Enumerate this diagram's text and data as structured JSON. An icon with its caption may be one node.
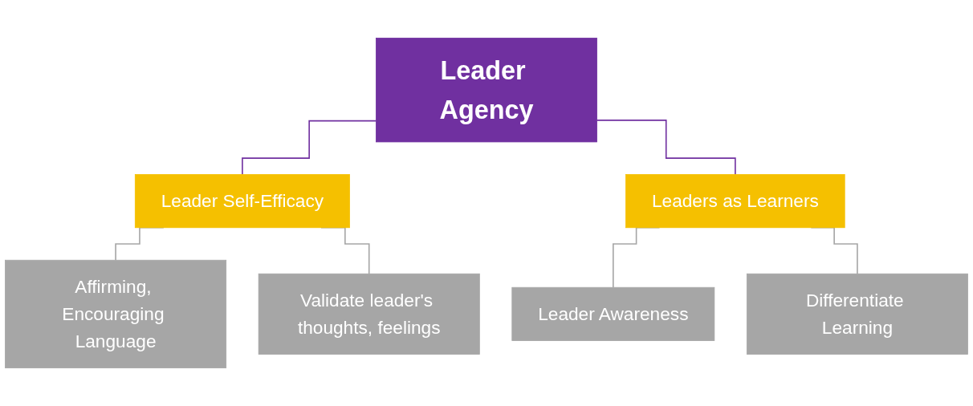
{
  "diagram": {
    "nodes": [
      {
        "text": [
          "Leader Agency"
        ]
      },
      {
        "text": [
          "Leader Self-Efficacy"
        ]
      },
      {
        "text": [
          "Leaders as Learners"
        ]
      },
      {
        "text": [
          "Affirming, Encouraging Language"
        ]
      },
      {
        "text": [
          "Validate leader's thoughts, feelings"
        ]
      },
      {
        "text": [
          "Leader Awareness"
        ]
      },
      {
        "text": [
          "Differentiate Learning"
        ]
      }
    ],
    "edges": [
      {
        "from": 0,
        "to": 1,
        "arrow": "none",
        "color": "#7030a0"
      },
      {
        "from": 0,
        "to": 2,
        "arrow": "none",
        "color": "#7030a0"
      },
      {
        "from": 1,
        "to": 3,
        "arrow": "none"
      },
      {
        "from": 1,
        "to": 4,
        "arrow": "none"
      },
      {
        "from": 2,
        "to": 5,
        "arrow": "none"
      },
      {
        "from": 2,
        "to": 6,
        "arrow": "none"
      }
    ]
  }
}
